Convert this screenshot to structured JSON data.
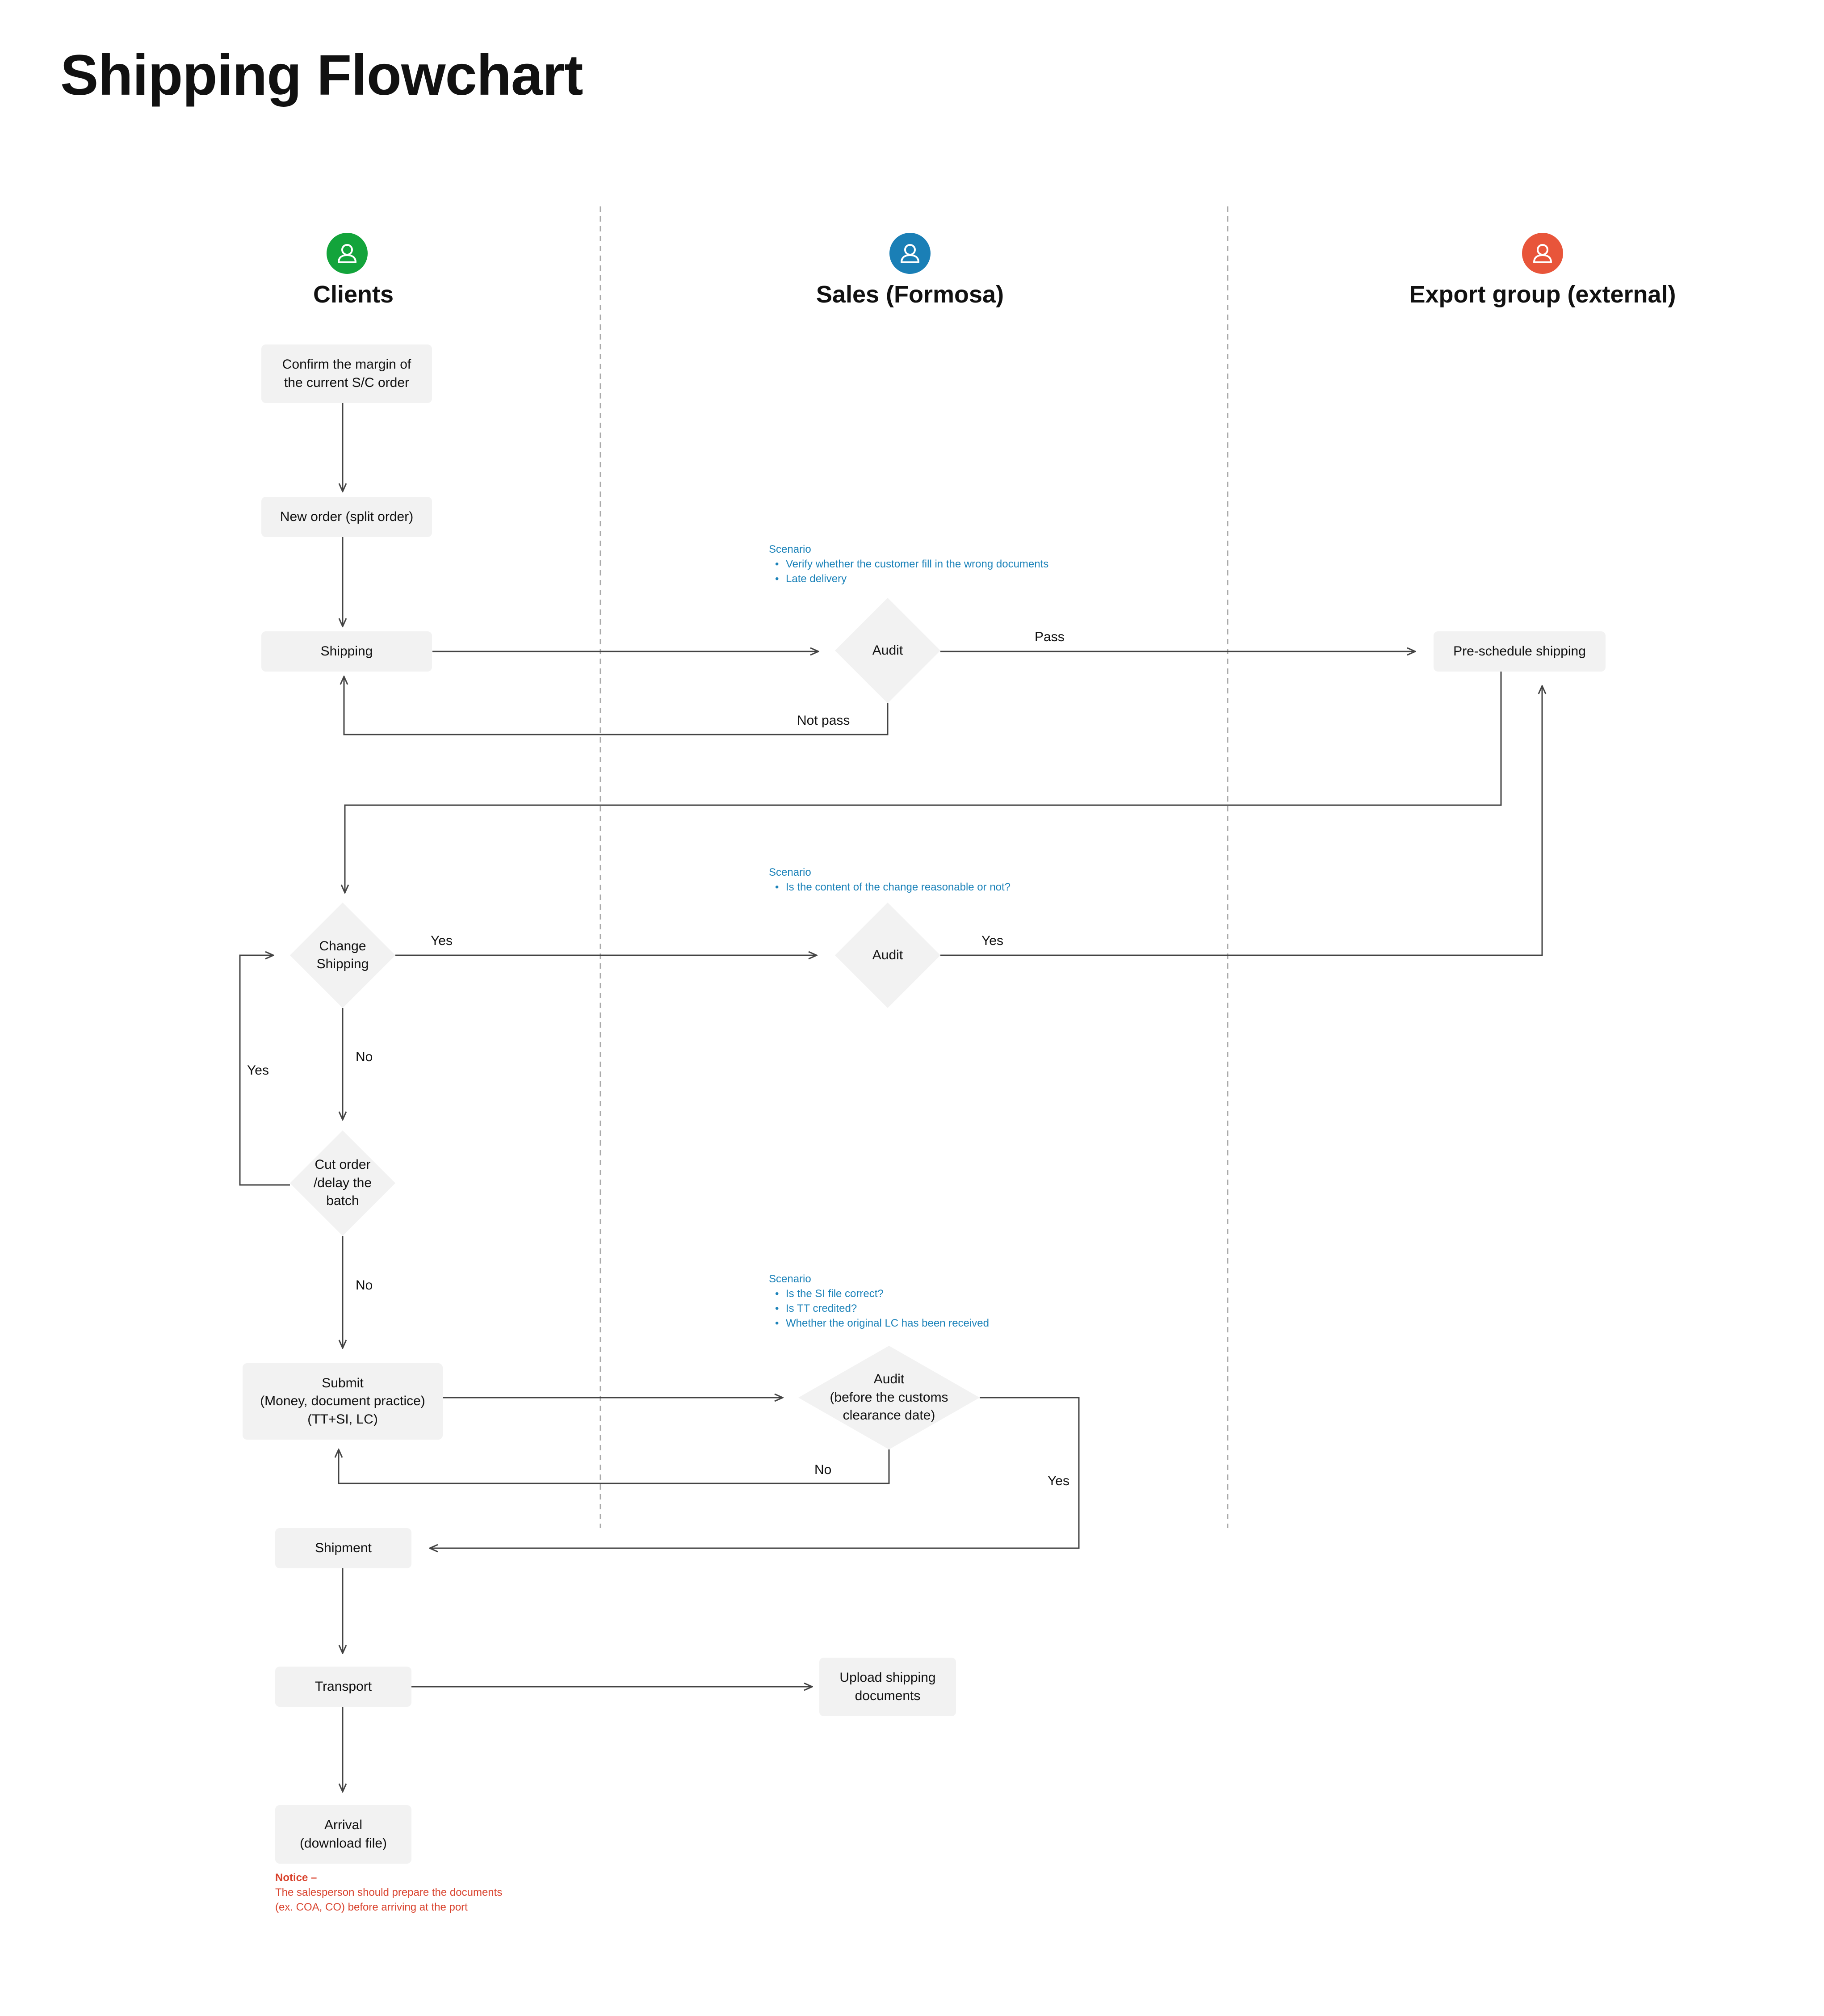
{
  "title": "Shipping Flowchart",
  "colors": {
    "clients": "#13a43b",
    "sales": "#1a7fb6",
    "export": "#e8553a",
    "box_fill": "#f2f2f2",
    "line": "#444444",
    "divider": "#aaaaaa",
    "scenario": "#1b82b9",
    "notice": "#d9432e"
  },
  "lanes": [
    {
      "name": "Clients",
      "icon": "user-icon"
    },
    {
      "name": "Sales (Formosa)",
      "icon": "user-icon"
    },
    {
      "name": "Export group (external)",
      "icon": "user-icon"
    }
  ],
  "nodes": {
    "confirm": "Confirm the margin of\nthe current S/C order",
    "new_order": "New order (split order)",
    "shipping": "Shipping",
    "audit1": "Audit",
    "preschedule": "Pre-schedule shipping",
    "change": "Change\nShipping",
    "audit2": "Audit",
    "cut": "Cut order\n/delay the\nbatch",
    "submit": "Submit\n(Money, document practice)\n(TT+SI, LC)",
    "audit3": "Audit\n(before the customs\nclearance date)",
    "shipment": "Shipment",
    "transport": "Transport",
    "upload": "Upload shipping\ndocuments",
    "arrival": "Arrival\n(download file)"
  },
  "edge_labels": {
    "pass": "Pass",
    "not_pass": "Not pass",
    "yes_change": "Yes",
    "yes_audit2": "Yes",
    "yes_cut": "Yes",
    "no_change": "No",
    "no_cut": "No",
    "no_audit3": "No",
    "yes_audit3": "Yes"
  },
  "scenarios": [
    {
      "title": "Scenario",
      "items": [
        "Verify whether the customer fill in the wrong documents",
        "Late delivery"
      ]
    },
    {
      "title": "Scenario",
      "items": [
        "Is the content of the change reasonable or not?"
      ]
    },
    {
      "title": "Scenario",
      "items": [
        "Is the SI file correct?",
        "Is TT credited?",
        "Whether the original LC has been received"
      ]
    }
  ],
  "notice": {
    "title": "Notice –",
    "lines": [
      "The salesperson should prepare the documents",
      "(ex. COA, CO) before arriving at the port"
    ]
  }
}
